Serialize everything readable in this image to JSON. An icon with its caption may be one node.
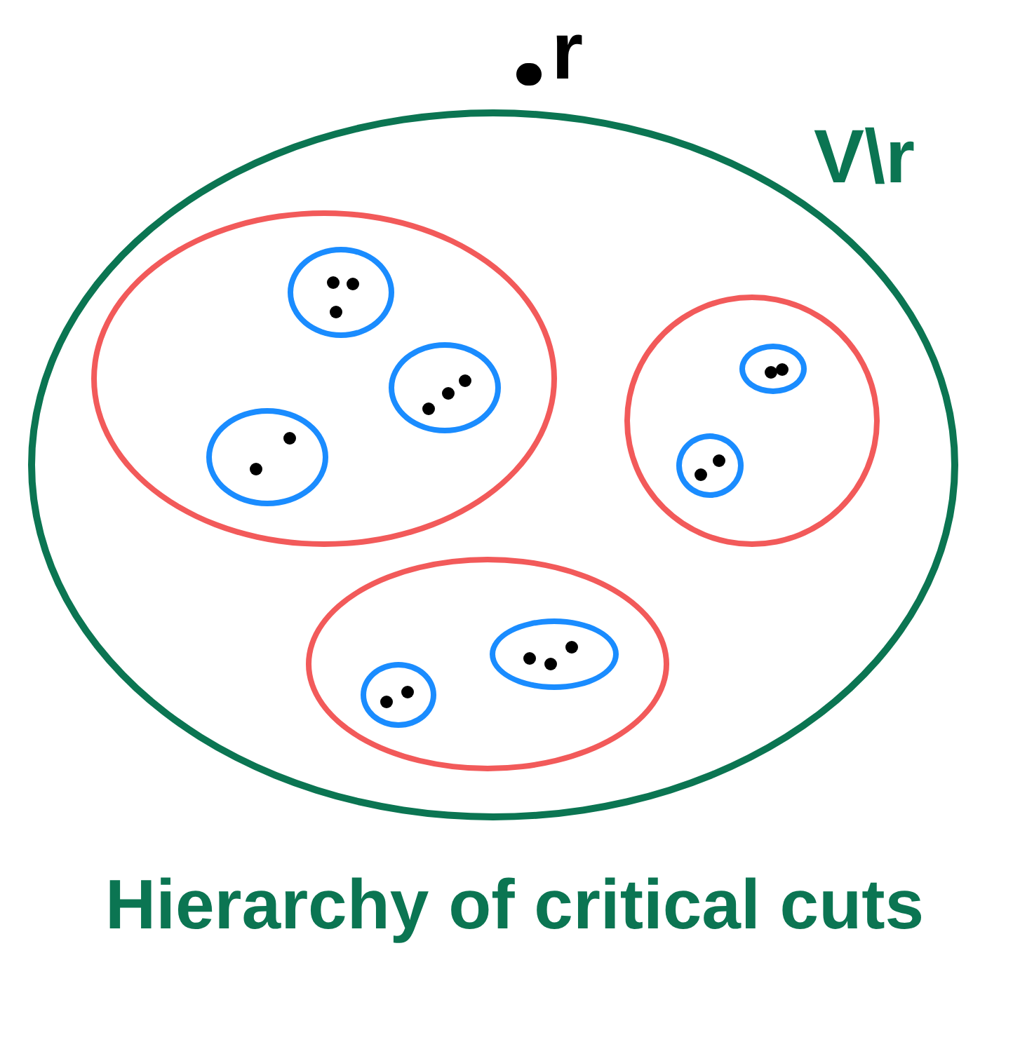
{
  "diagram": {
    "caption": "Hierarchy of critical cuts",
    "nodes": [
      {
        "text": [
          "V\\r"
        ]
      },
      {
        "text": [],
        "shape": "ellipse",
        "in": 0
      },
      {
        "text": [],
        "shape": "ellipse",
        "in": 1
      },
      {
        "text": [],
        "shape": "ellipse",
        "in": 1
      },
      {
        "text": [],
        "shape": "ellipse",
        "in": 1
      },
      {
        "text": [],
        "shape": "ellipse",
        "in": 0
      },
      {
        "text": [],
        "shape": "ellipse",
        "in": 5
      },
      {
        "text": [],
        "shape": "ellipse",
        "in": 5
      },
      {
        "text": [],
        "shape": "ellipse",
        "in": 0
      },
      {
        "text": [],
        "shape": "ellipse",
        "in": 8
      },
      {
        "text": [],
        "shape": "ellipse",
        "in": 8
      }
    ],
    "labels": [
      "r"
    ]
  }
}
